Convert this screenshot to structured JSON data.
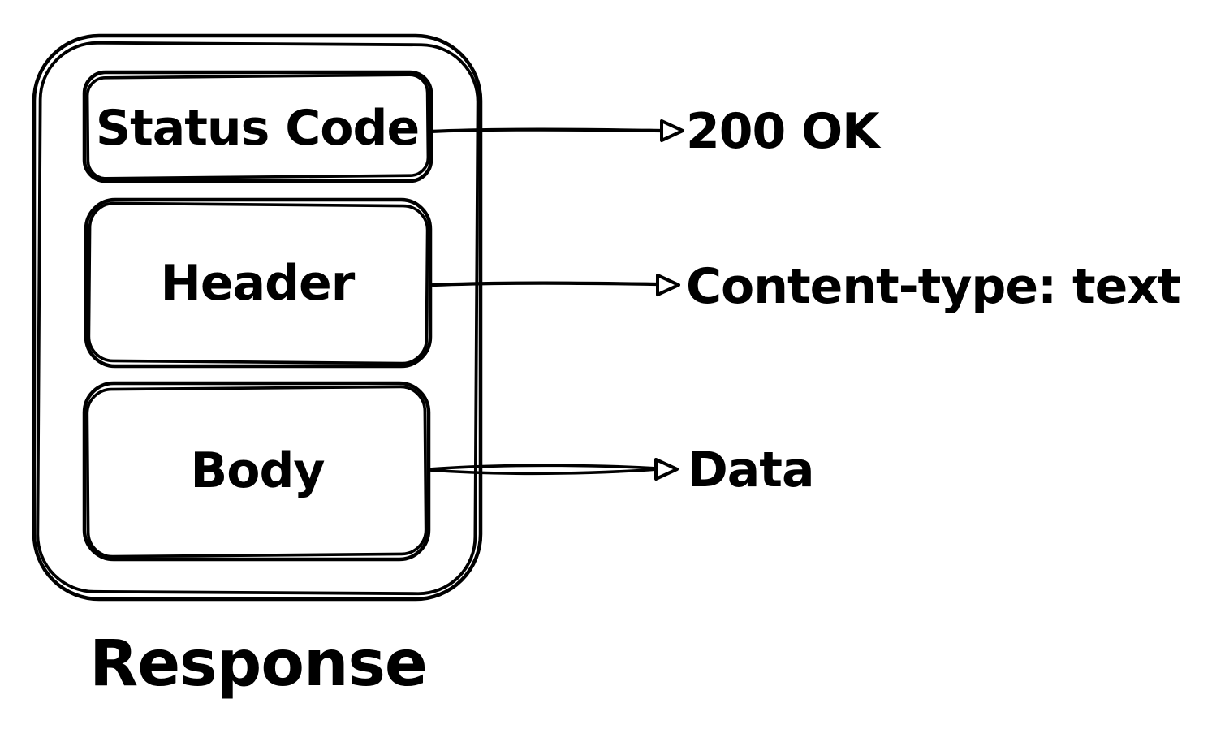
{
  "diagram": {
    "caption": "Response",
    "ink_color": "#000000",
    "background_color": "#ffffff",
    "container": {
      "boxes": [
        {
          "id": "status-code",
          "label": "Status Code",
          "annotation": "200 OK"
        },
        {
          "id": "header",
          "label": "Header",
          "annotation": "Content-type: text"
        },
        {
          "id": "body",
          "label": "Body",
          "annotation": "Data"
        }
      ]
    },
    "arrows": [
      {
        "from": "status-code",
        "to": "200 OK"
      },
      {
        "from": "header",
        "to": "Content-type: text"
      },
      {
        "from": "body",
        "to": "Data"
      }
    ]
  }
}
